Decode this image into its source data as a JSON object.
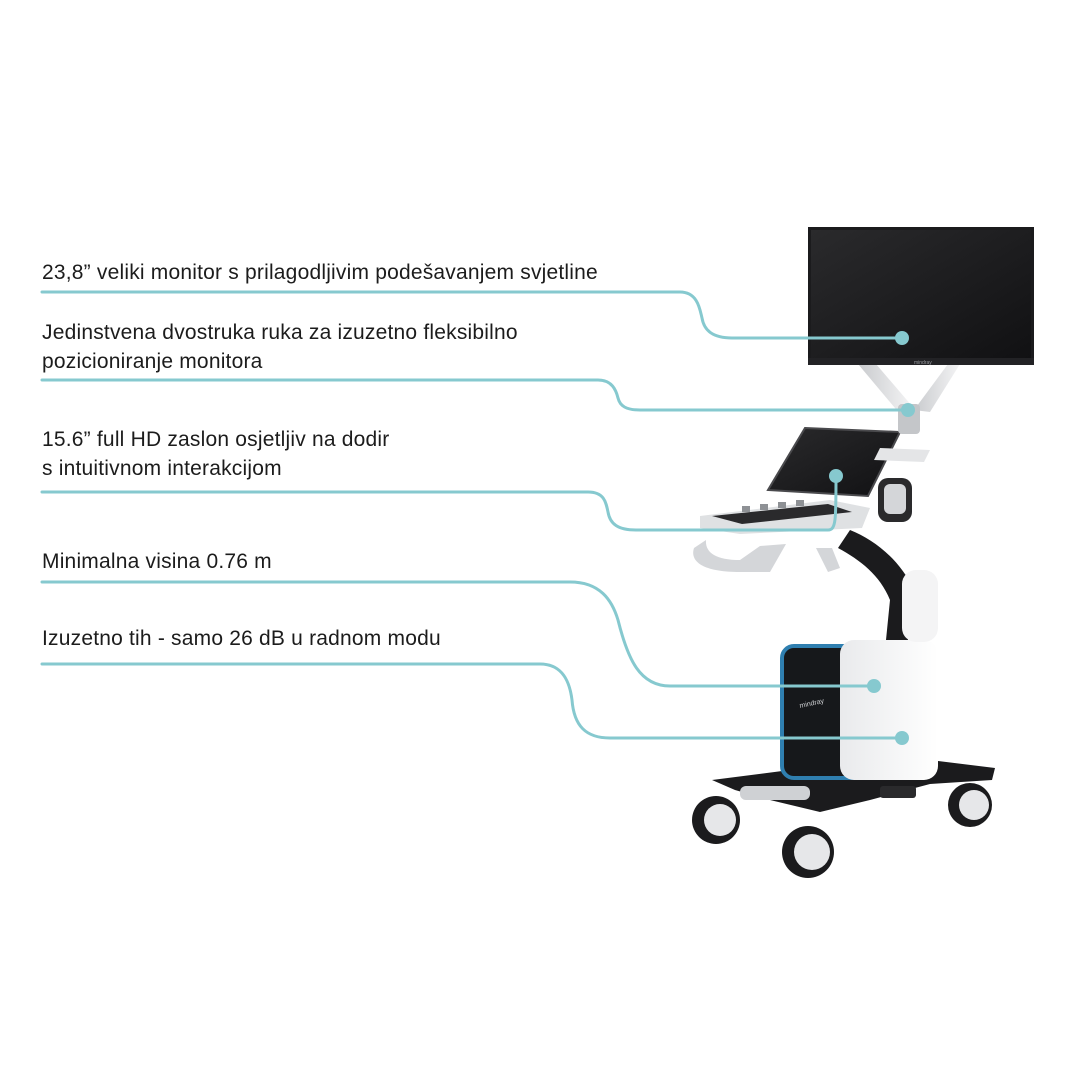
{
  "callouts": [
    {
      "id": "monitor",
      "lines": [
        "23,8” veliki monitor s prilagodljivim podešavanjem svjetline"
      ]
    },
    {
      "id": "arm",
      "lines": [
        "Jedinstvena dvostruka ruka za izuzetno fleksibilno",
        "pozicioniranje monitora"
      ]
    },
    {
      "id": "touchscreen",
      "lines": [
        "15.6” full HD zaslon osjetljiv na dodir",
        "s intuitivnom interakcijom"
      ]
    },
    {
      "id": "height",
      "lines": [
        "Minimalna visina 0.76 m"
      ]
    },
    {
      "id": "noise",
      "lines": [
        "Izuzetno tih - samo 26 dB u radnom modu"
      ]
    }
  ],
  "colors": {
    "leader_line": "#86c9cf",
    "text": "#1c1c1c",
    "device_dark": "#1b1b1d",
    "device_light": "#f1f2f3",
    "accent_blue": "#2f7fb0"
  },
  "icons": [
    "ultrasound-machine-illustration"
  ]
}
